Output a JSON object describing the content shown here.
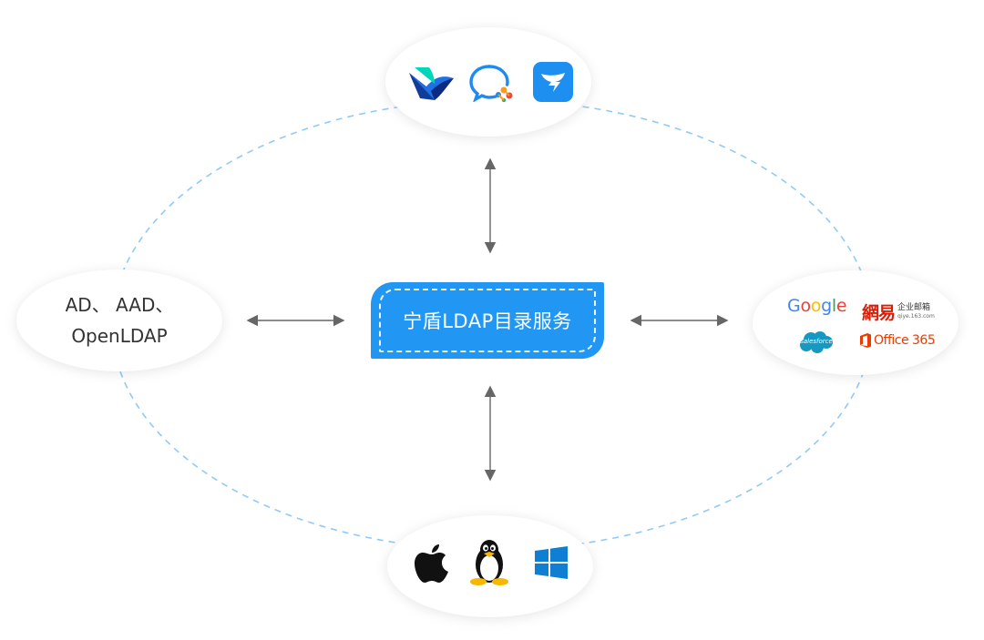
{
  "center": {
    "title": "宁盾LDAP目录服务"
  },
  "left_node": {
    "line1": "AD、 AAD、",
    "line2": "OpenLDAP"
  },
  "top_node": {
    "icons": [
      "feishu-icon",
      "wecom-icon",
      "dingtalk-icon"
    ]
  },
  "bottom_node": {
    "icons": [
      "apple-icon",
      "linux-tux-icon",
      "windows-icon"
    ]
  },
  "right_node": {
    "google": {
      "G": "G",
      "o1": "o",
      "o2": "o",
      "g": "g",
      "l": "l",
      "e": "e"
    },
    "netease": {
      "main": "網易",
      "sub1": "企业邮箱",
      "sub2": "qiye.163.com"
    },
    "salesforce": "salesforce",
    "office": "Office 365"
  },
  "colors": {
    "accent": "#2196f3",
    "dashed_ring": "#90caf9",
    "arrow": "#666666",
    "text": "#333333"
  }
}
